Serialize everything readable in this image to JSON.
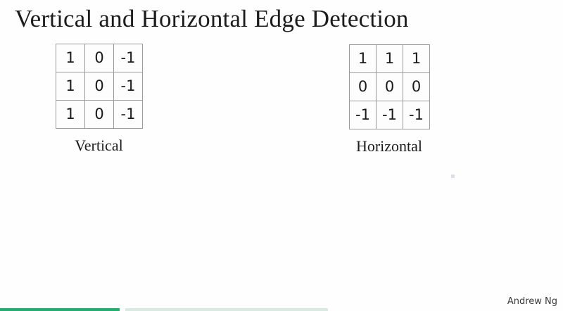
{
  "slide": {
    "title": "Vertical and Horizontal Edge Detection",
    "background_color": "#fefefe",
    "attribution": "Andrew Ng"
  },
  "filters": [
    {
      "id": "vertical",
      "caption": "Vertical",
      "rows": [
        [
          "1",
          "0",
          "-1"
        ],
        [
          "1",
          "0",
          "-1"
        ],
        [
          "1",
          "0",
          "-1"
        ]
      ]
    },
    {
      "id": "horizontal",
      "caption": "Horizontal",
      "rows": [
        [
          "1",
          "1",
          "1"
        ],
        [
          "0",
          "0",
          "0"
        ],
        [
          "-1",
          "-1",
          "-1"
        ]
      ]
    }
  ],
  "progress": {
    "filled_color": "#22ae6c",
    "track_color": "#d6ece1"
  }
}
